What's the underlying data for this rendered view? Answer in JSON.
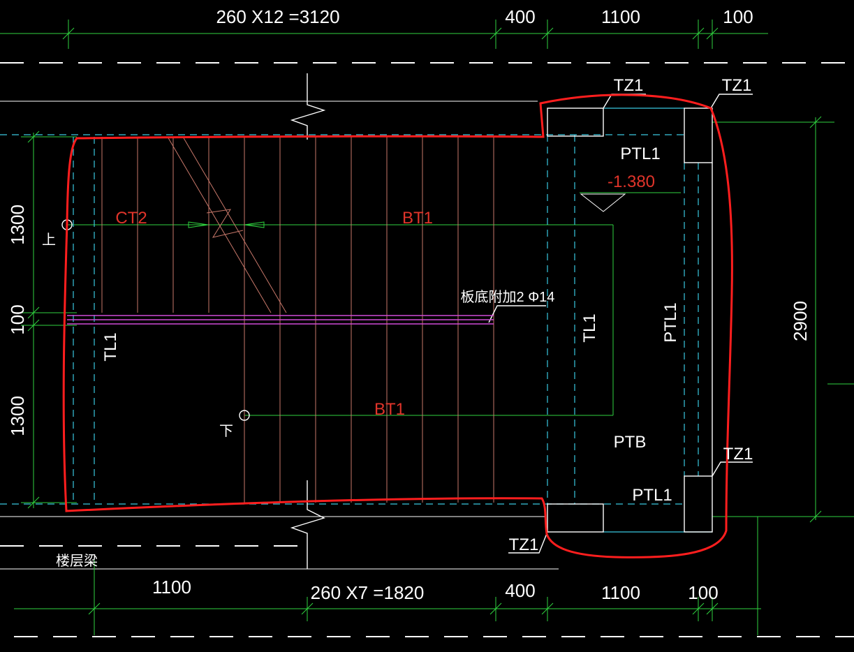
{
  "dimensions": {
    "top_stairs": "260 X12 =3120",
    "top_gap": "400",
    "top_landing": "1100",
    "top_edge": "100",
    "bottom_left": "1100",
    "bottom_stairs": "260 X7 =1820",
    "bottom_gap": "400",
    "bottom_landing": "1100",
    "bottom_edge": "100",
    "left_upper": "1300",
    "left_middle": "100",
    "left_lower": "1300",
    "right_total": "2900"
  },
  "labels": {
    "tz1_top_left": "TZ1",
    "tz1_top_right": "TZ1",
    "tz1_bottom_right": "TZ1",
    "tz1_bottom_left": "TZ1",
    "ptl1_top": "PTL1",
    "ptl1_right": "PTL1",
    "ptl1_bottom": "PTL1",
    "ptb": "PTB",
    "tl1_left": "TL1",
    "tl1_middle": "TL1",
    "ct2": "CT2",
    "bt1_upper": "BT1",
    "bt1_lower": "BT1",
    "elevation": "-1.380",
    "rebar_note": "板底附加2 Φ14",
    "up_marker": "上",
    "down_marker": "下",
    "floor_beam": "楼层梁"
  },
  "colors": {
    "background": "#000000",
    "dimension_line": "#2fd23f",
    "axis_dash": "#ffffff",
    "hidden_line": "#39c8e0",
    "stair_tread": "#c8786a",
    "structure_line": "#ffffff",
    "rebar_line": "#d04ad8",
    "markup": "#ff1e1e",
    "red_text": "#e0342a"
  }
}
